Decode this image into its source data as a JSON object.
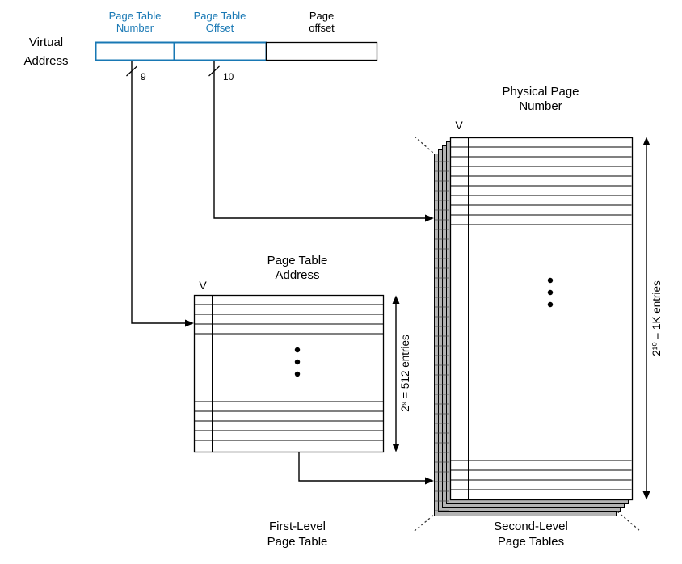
{
  "virtual_address": {
    "label1": "Virtual",
    "label2": "Address",
    "field1_label1": "Page Table",
    "field1_label2": "Number",
    "field1_bits": "9",
    "field2_label1": "Page Table",
    "field2_label2": "Offset",
    "field2_bits": "10",
    "field3_label1": "Page",
    "field3_label2": "offset"
  },
  "first_level": {
    "valid_bit": "V",
    "col_label1": "Page Table",
    "col_label2": "Address",
    "entries": "2⁹ = 512 entries",
    "caption1": "First-Level",
    "caption2": "Page Table"
  },
  "second_level": {
    "valid_bit": "V",
    "col_label1": "Physical Page",
    "col_label2": "Number",
    "entries": "2¹⁰ = 1K entries",
    "caption1": "Second-Level",
    "caption2": "Page Tables"
  },
  "colors": {
    "accent_blue": "#1878b4",
    "stack_gray": "#b4b4b4",
    "line_black": "#000000"
  }
}
